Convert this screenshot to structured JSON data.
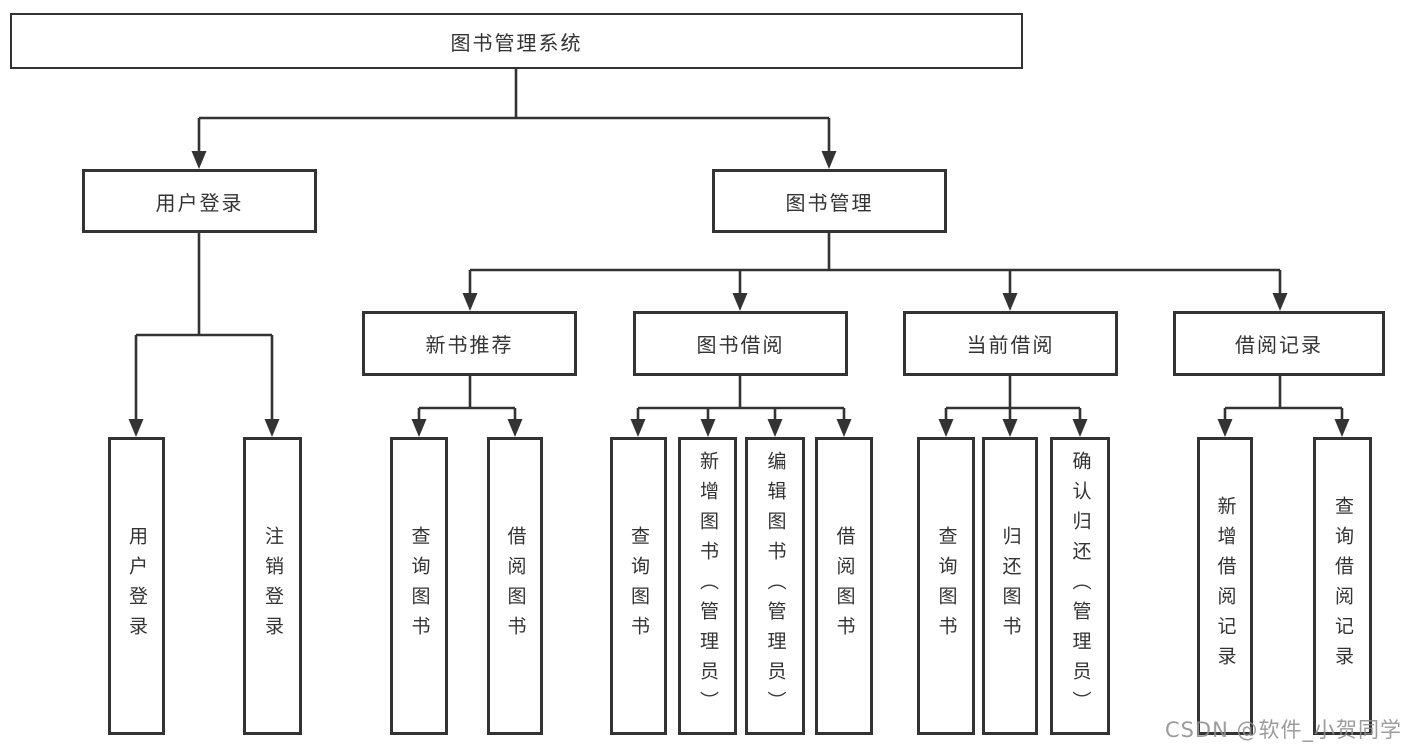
{
  "diagram_title": "图书管理系统",
  "tree": {
    "label": "图书管理系统",
    "children": [
      {
        "label": "用户登录",
        "children": [
          {
            "label": "用户登录"
          },
          {
            "label": "注销登录"
          }
        ]
      },
      {
        "label": "图书管理",
        "children": [
          {
            "label": "新书推荐",
            "children": [
              {
                "label": "查询图书"
              },
              {
                "label": "借阅图书"
              }
            ]
          },
          {
            "label": "图书借阅",
            "children": [
              {
                "label": "查询图书"
              },
              {
                "label": "新增图书（管理员）"
              },
              {
                "label": "编辑图书（管理员）"
              },
              {
                "label": "借阅图书"
              }
            ]
          },
          {
            "label": "当前借阅",
            "children": [
              {
                "label": "查询图书"
              },
              {
                "label": "归还图书"
              },
              {
                "label": "确认归还（管理员）"
              }
            ]
          },
          {
            "label": "借阅记录",
            "children": [
              {
                "label": "新增借阅记录"
              },
              {
                "label": "查询借阅记录"
              }
            ]
          }
        ]
      }
    ]
  },
  "watermark": "CSDN @软件_小贺同学",
  "colors": {
    "line": "#333333",
    "text": "#333333",
    "node_background": "#ffffff",
    "watermark": "#8f8f8f",
    "page_background": "#ffffff"
  }
}
